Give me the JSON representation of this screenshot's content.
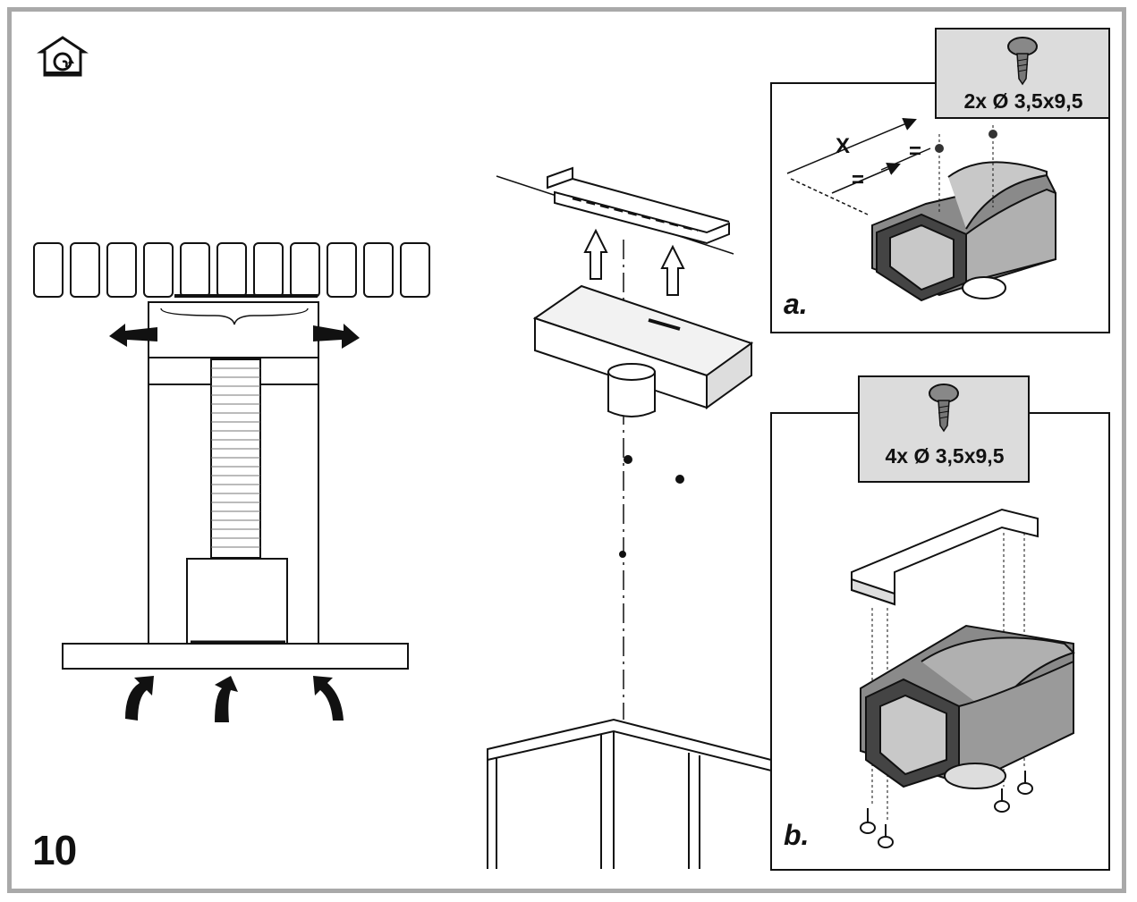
{
  "figure": {
    "step_number": "10",
    "panel_a": {
      "label": "a.",
      "screw_spec": "2x Ø 3,5x9,5",
      "dimension_label": "X",
      "equal_sign": "="
    },
    "panel_b": {
      "label": "b.",
      "screw_spec": "4x Ø 3,5x9,5"
    },
    "icons": [
      "recirculation-house-icon",
      "screw-icon",
      "airflow-arrow-icon"
    ],
    "colors": {
      "line": "#111111",
      "duct_fill": "#c8c8c8",
      "duct_shade": "#8a8a8a",
      "frame": "#a9a9a9",
      "spec_box": "#dcdcdc",
      "wood": "#ffffff"
    }
  }
}
